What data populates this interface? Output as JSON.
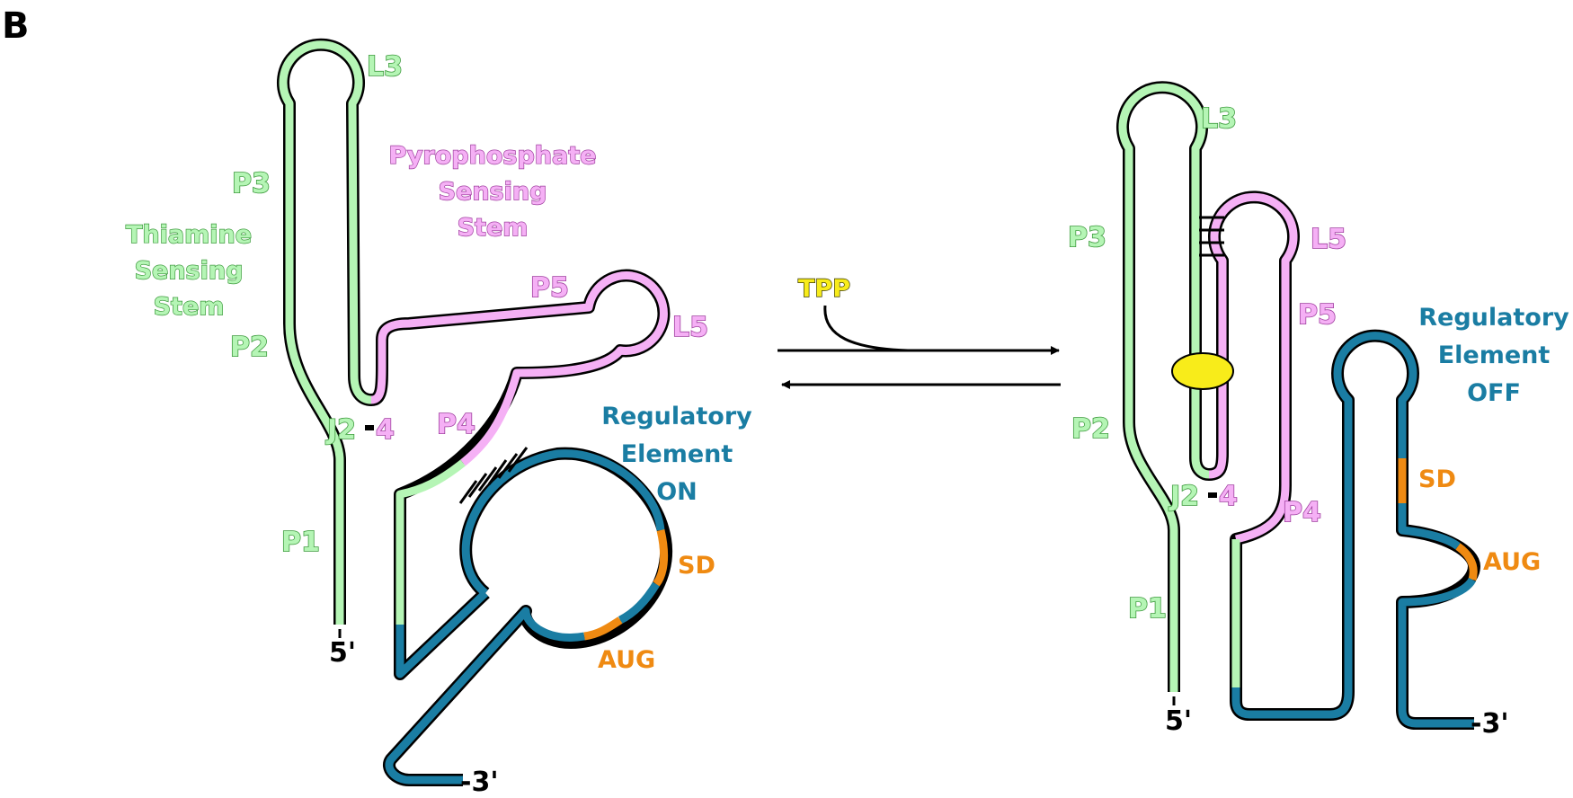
{
  "panel_label": "B",
  "colors": {
    "thiamine_stem": "#b5f5b5",
    "pyrophosphate_stem": "#f5b0f5",
    "regulatory_element": "#1a7da3",
    "sd_aug": "#ef8a12",
    "tpp": "#f8ec1a"
  },
  "left": {
    "L3": "L3",
    "P3": "P3",
    "P2": "P2",
    "P1": "P1",
    "P4": "P4",
    "P5": "P5",
    "L5": "L5",
    "J2": "J2",
    "J4": "4",
    "thiamine": [
      "Thiamine",
      "Sensing",
      "Stem"
    ],
    "pyrophosphate": [
      "Pyrophosphate",
      "Sensing",
      "Stem"
    ],
    "regulatory": [
      "Regulatory",
      "Element",
      "ON"
    ],
    "SD": "SD",
    "AUG": "AUG",
    "five_prime": "5'",
    "three_prime": "-3'"
  },
  "center": {
    "tpp_label": "TPP"
  },
  "right": {
    "L3": "L3",
    "P3": "P3",
    "P2": "P2",
    "P1": "P1",
    "P4": "P4",
    "P5": "P5",
    "L5": "L5",
    "J2": "J2",
    "J4": "4",
    "regulatory": [
      "Regulatory",
      "Element",
      "OFF"
    ],
    "SD": "SD",
    "AUG": "AUG",
    "five_prime": "5'",
    "three_prime": "-3'"
  }
}
